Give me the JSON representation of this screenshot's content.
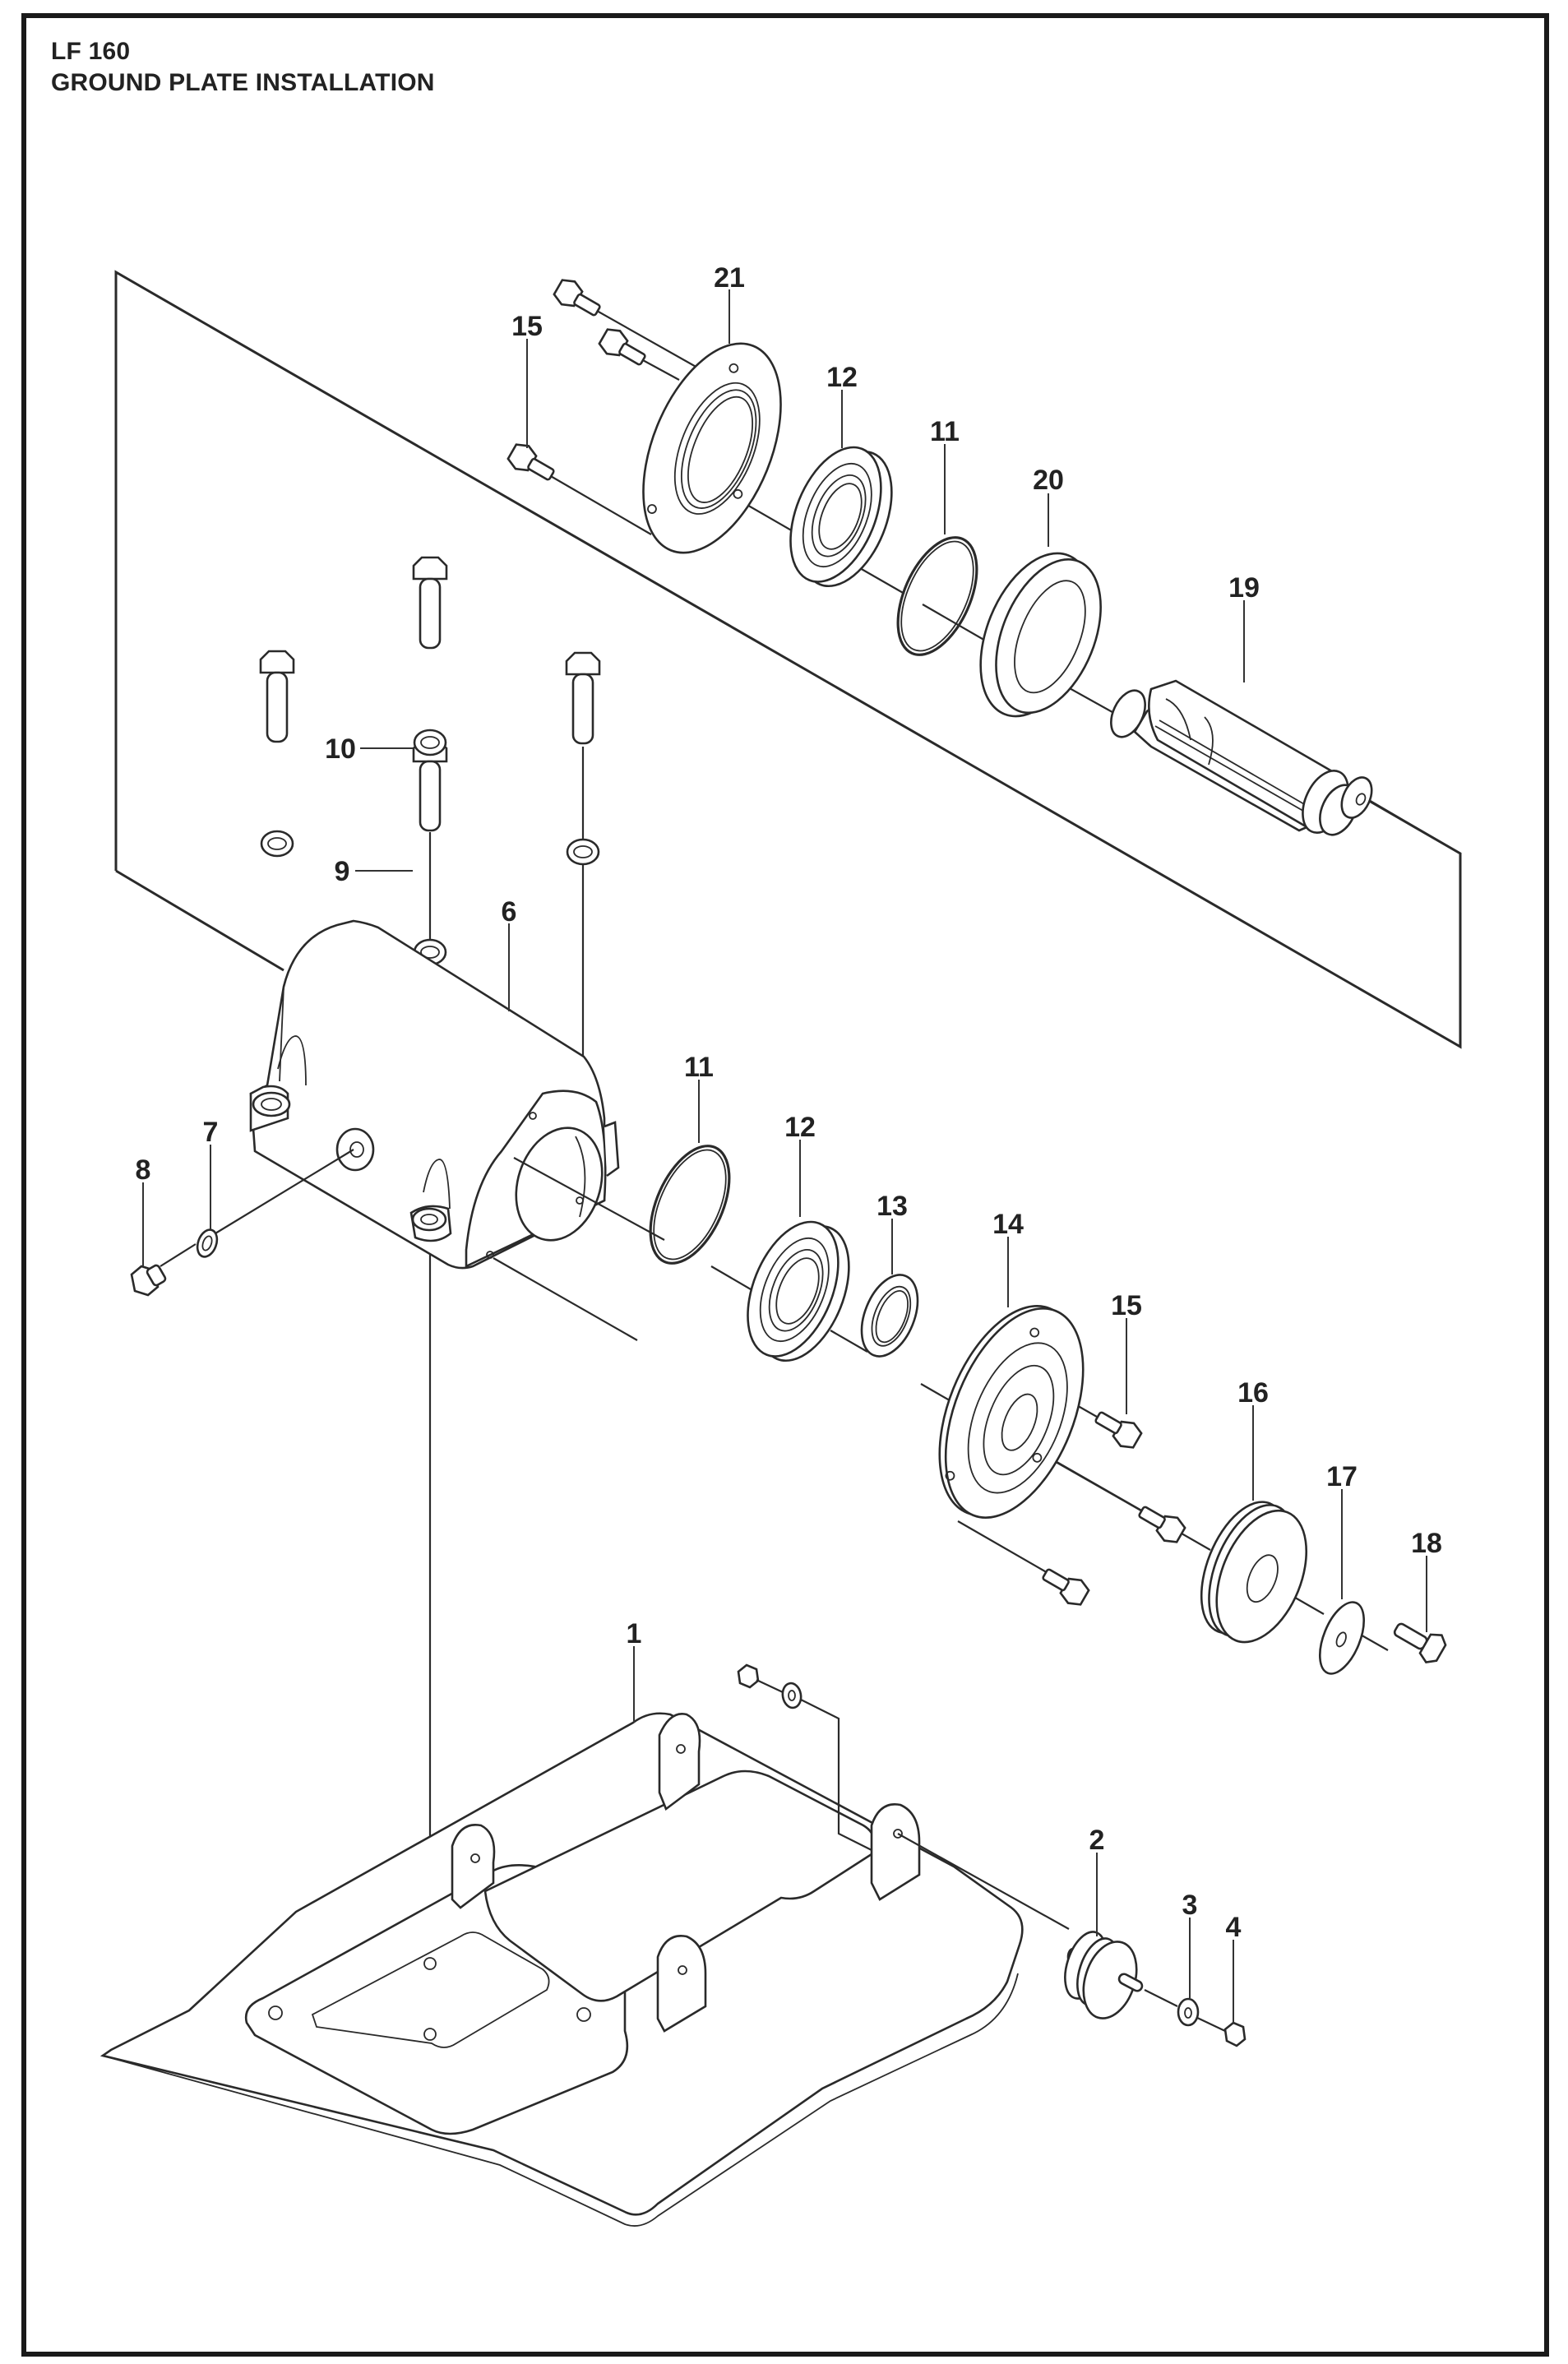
{
  "header": {
    "model": "LF 160",
    "section_title": "GROUND PLATE INSTALLATION"
  },
  "callouts": {
    "p1": "1",
    "p2": "2",
    "p3": "3",
    "p4": "4",
    "p6": "6",
    "p7": "7",
    "p8": "8",
    "p9": "9",
    "p10": "10",
    "p11_upper": "11",
    "p11_lower": "11",
    "p12_upper": "12",
    "p12_lower": "12",
    "p13": "13",
    "p14": "14",
    "p15_upper": "15",
    "p15_lower": "15",
    "p16": "16",
    "p17": "17",
    "p18": "18",
    "p19": "19",
    "p20": "20",
    "p21": "21"
  },
  "parts": [
    {
      "no": "1",
      "name": "ground-plate"
    },
    {
      "no": "2",
      "name": "rubber-buffer"
    },
    {
      "no": "3",
      "name": "washer"
    },
    {
      "no": "4",
      "name": "nut"
    },
    {
      "no": "6",
      "name": "exciter-housing"
    },
    {
      "no": "7",
      "name": "seal-ring"
    },
    {
      "no": "8",
      "name": "drain-plug"
    },
    {
      "no": "9",
      "name": "washer"
    },
    {
      "no": "10",
      "name": "hex-bolt"
    },
    {
      "no": "11",
      "name": "o-ring"
    },
    {
      "no": "12",
      "name": "bearing"
    },
    {
      "no": "13",
      "name": "shaft-seal"
    },
    {
      "no": "14",
      "name": "bearing-cover"
    },
    {
      "no": "15",
      "name": "flange-screw"
    },
    {
      "no": "16",
      "name": "pulley"
    },
    {
      "no": "17",
      "name": "washer"
    },
    {
      "no": "18",
      "name": "bolt"
    },
    {
      "no": "19",
      "name": "eccentric-shaft"
    },
    {
      "no": "20",
      "name": "bearing-sleeve"
    },
    {
      "no": "21",
      "name": "end-cover"
    }
  ]
}
